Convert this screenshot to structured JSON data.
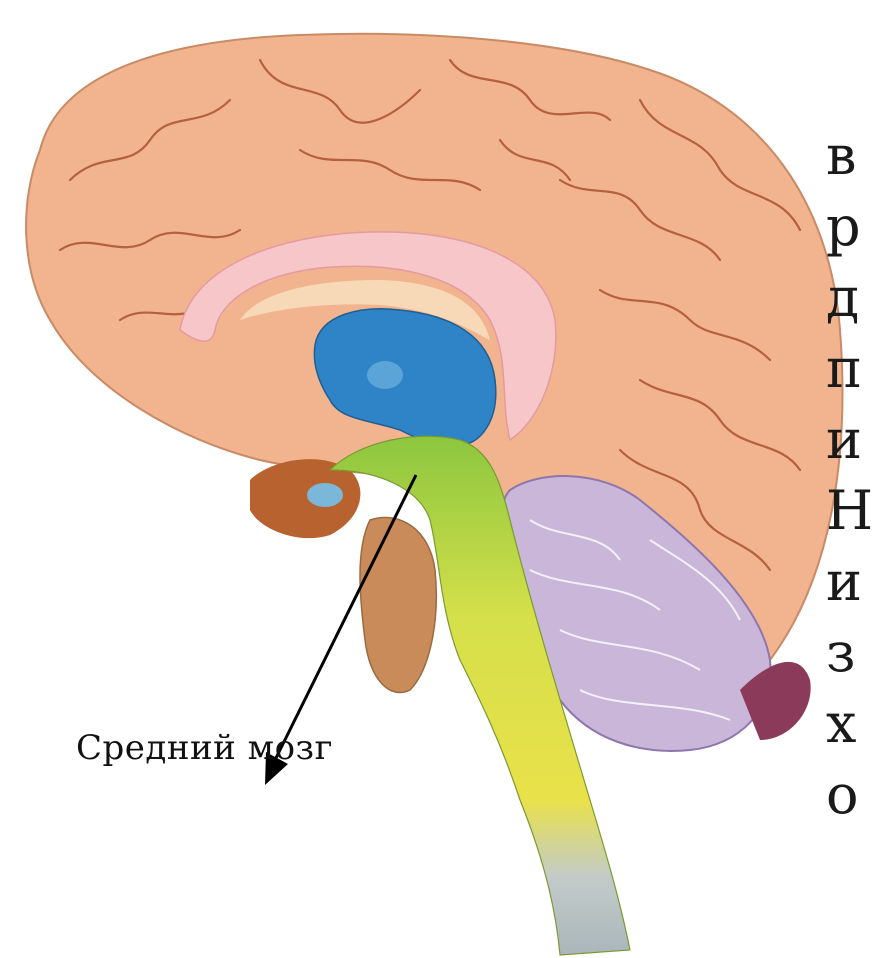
{
  "label": {
    "text": "Средний мозг"
  },
  "side_text_fragments": [
    "в",
    "р",
    "д",
    "п",
    "и",
    "Н",
    "и",
    "з",
    "х",
    "о"
  ],
  "colors": {
    "cortex": "#f2b48f",
    "cortex_outline": "#c98a66",
    "gyrus_lines": "#b5603f",
    "corpus_callosum": "#f6c6c8",
    "thalamus": "#2e84c6",
    "midbrain": "#8cc63f",
    "brainstem": "#e8e04a",
    "medulla": "#b9c4c8",
    "cerebellum": "#c9b6d9",
    "pituitary": "#7ab7d9",
    "pons_back": "#c98b5a",
    "arrow": "#000000"
  }
}
